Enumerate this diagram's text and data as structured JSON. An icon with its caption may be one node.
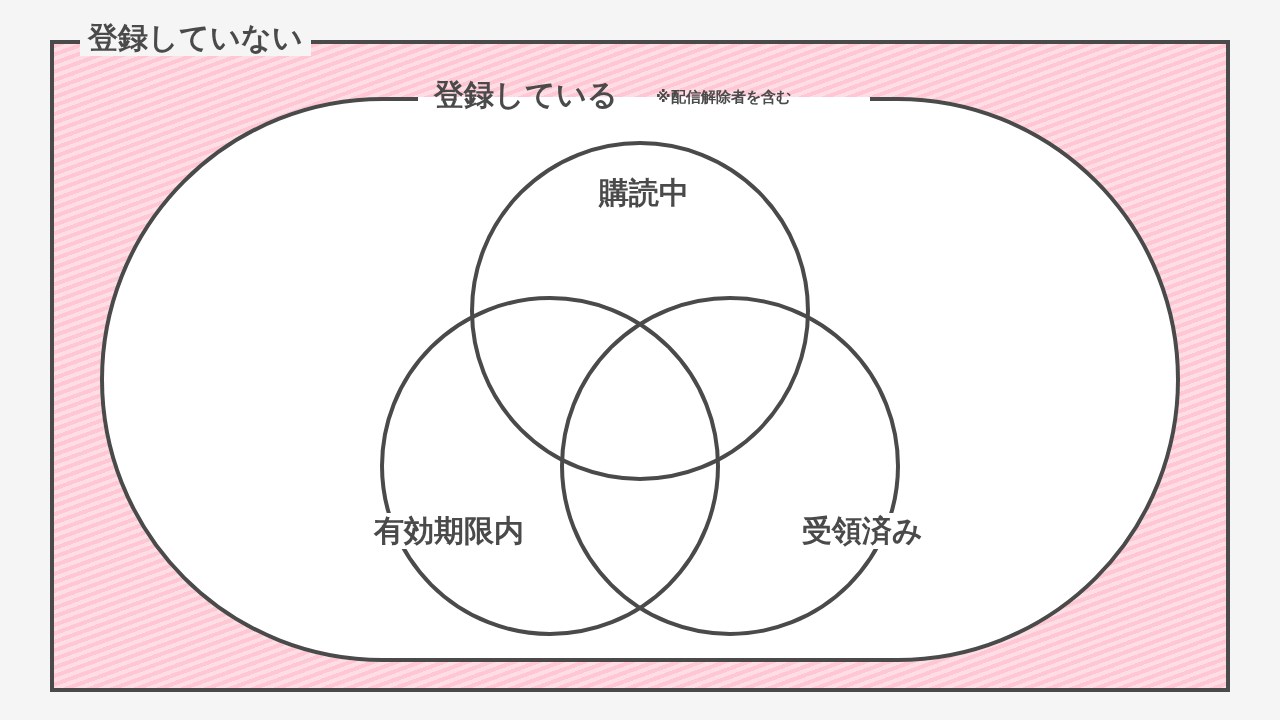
{
  "diagram": {
    "nodes": [
      {
        "text": [
          "登録していない"
        ]
      },
      {
        "text": [
          "登録している",
          "※配信解除者を含む"
        ],
        "in": 0
      },
      {
        "text": [
          "購読中"
        ],
        "in": 1
      },
      {
        "text": [
          "有効期限内"
        ],
        "in": 1
      },
      {
        "text": [
          "受領済み"
        ],
        "in": 1
      }
    ]
  }
}
